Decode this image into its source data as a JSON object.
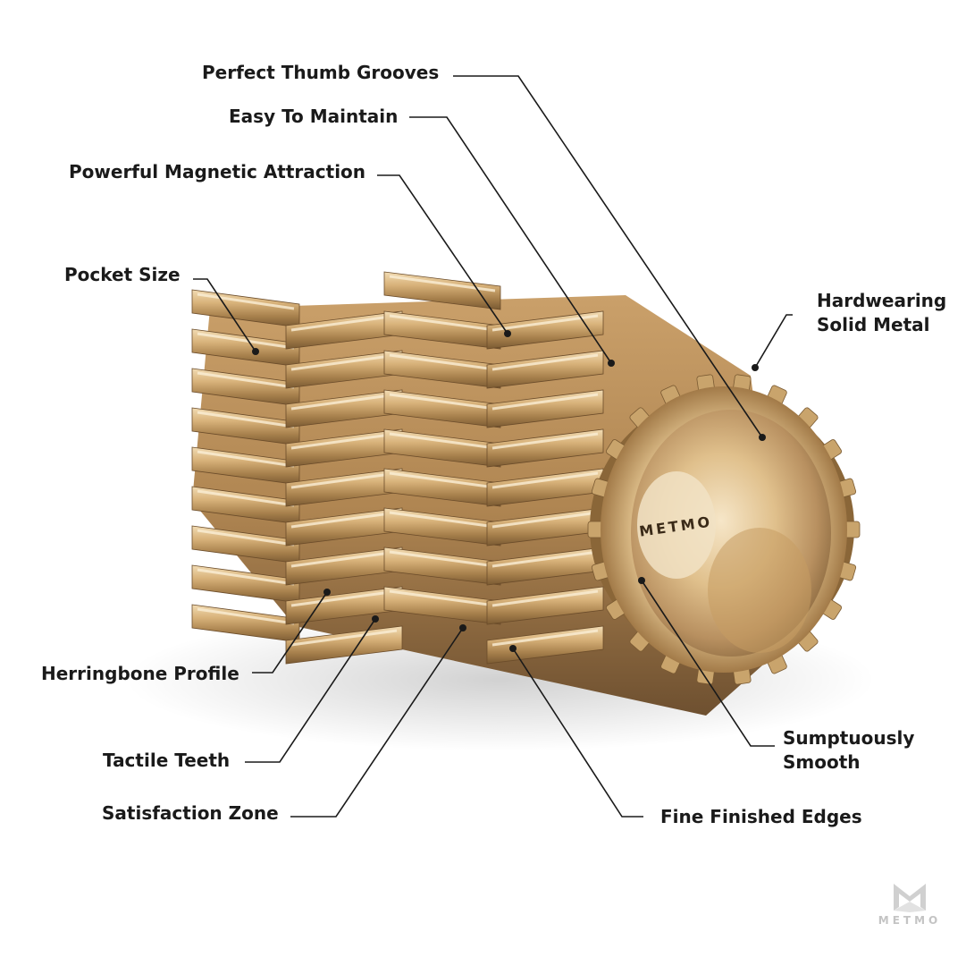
{
  "image": {
    "description_hidden": true,
    "accent_color": "#c9a46c",
    "line_color": "#1a1a1a",
    "background_color": "#ffffff"
  },
  "callouts": {
    "perfect_thumb_grooves": "Perfect Thumb Grooves",
    "easy_to_maintain": "Easy To Maintain",
    "powerful_magnetic_attraction": "Powerful Magnetic Attraction",
    "pocket_size": "Pocket Size",
    "hardwearing_line1": "Hardwearing",
    "hardwearing_line2": "Solid Metal",
    "herringbone_profile": "Herringbone Profile",
    "tactile_teeth": "Tactile Teeth",
    "satisfaction_zone": "Satisfaction Zone",
    "sumptuously_line1": "Sumptuously",
    "sumptuously_line2": "Smooth",
    "fine_finished_edges": "Fine Finished Edges"
  },
  "product": {
    "engraving": "METMO"
  },
  "brand": {
    "logo_icon": "metmo-m-logo-icon",
    "wordmark": "METMO"
  }
}
